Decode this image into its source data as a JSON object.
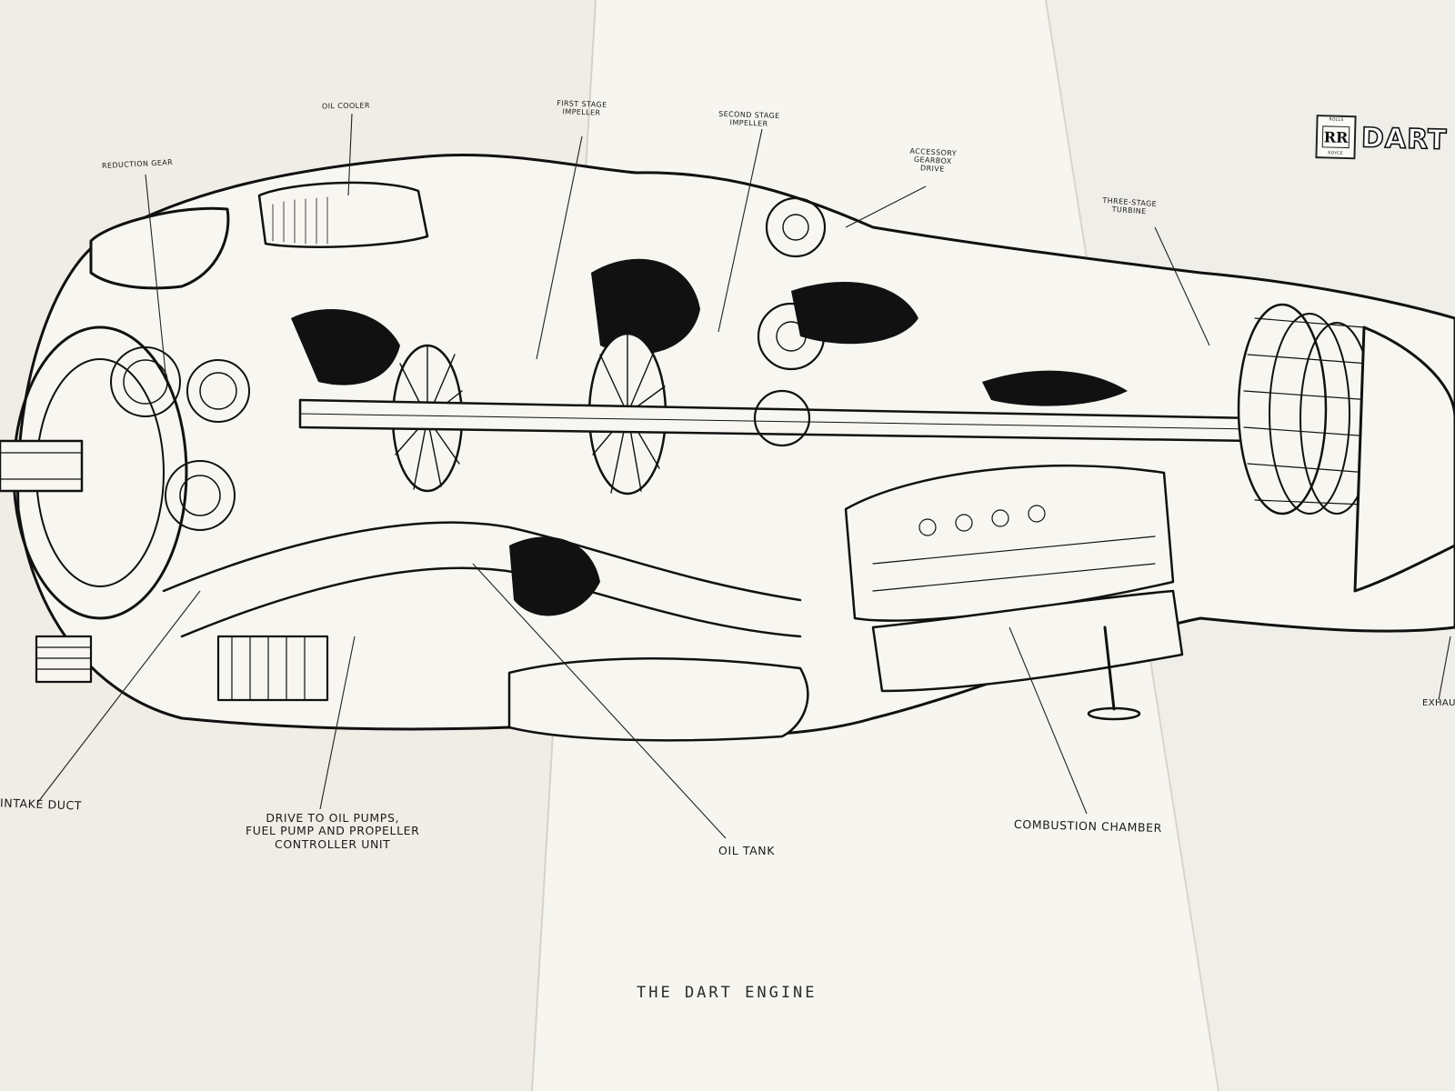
{
  "brand": {
    "logo_top": "ROLLS",
    "logo_mark": "RR",
    "logo_bottom": "ROYCE",
    "name": "DART"
  },
  "labels": {
    "oil_cooler": "OIL COOLER",
    "reduction_gear": "REDUCTION GEAR",
    "first_stage_impeller": "FIRST STAGE\nIMPELLER",
    "second_stage_impeller": "SECOND STAGE\nIMPELLER",
    "accessory_gearbox_drive": "ACCESSORY\nGEARBOX\nDRIVE",
    "three_stage_turbine": "THREE-STAGE\nTURBINE",
    "intake_duct": "INTAKE DUCT",
    "drive_to_oil_pumps": "DRIVE TO OIL PUMPS,\nFUEL PUMP AND PROPELLER\nCONTROLLER UNIT",
    "oil_tank": "OIL TANK",
    "combustion_chamber": "COMBUSTION CHAMBER",
    "exhaust": "EXHAUS"
  },
  "caption": "THE DART ENGINE"
}
